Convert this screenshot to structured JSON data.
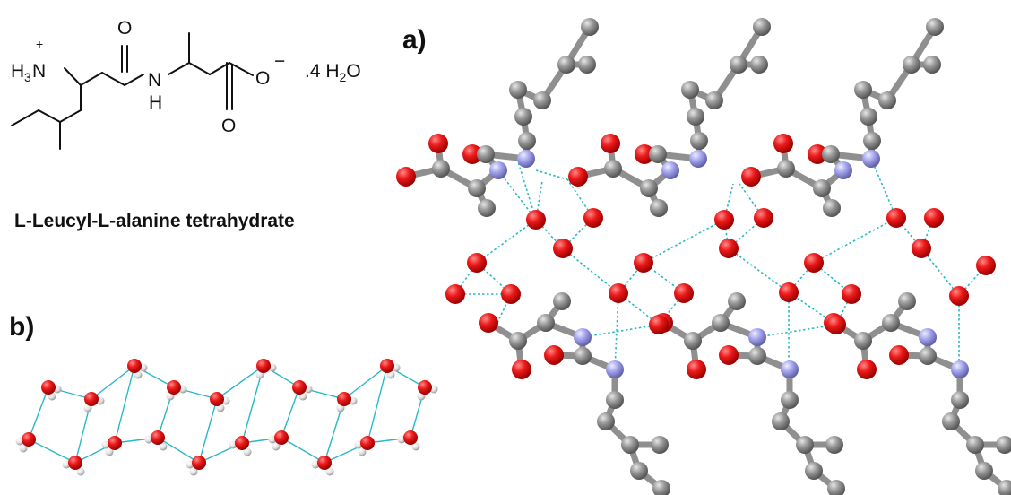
{
  "panel_a_label": "a)",
  "panel_b_label": "b)",
  "caption": "L-Leucyl-L-alanine tetrahydrate",
  "formula": {
    "h3": "H",
    "h3_sub": "3",
    "n_amine": "N",
    "plus": "+",
    "o_top": "O",
    "n_amide": "N",
    "h_amide": "H",
    "o_minus": "O",
    "minus": "−",
    "o_bottom": "O",
    "hydrate_prefix": ".4 H",
    "hydrate_sub": "2",
    "hydrate_o": "O"
  },
  "colors": {
    "oxygen": "#e3001b",
    "nitrogen": "#9a9ae6",
    "carbon": "#8f8f8f",
    "hydrogen": "#e6e6e6",
    "hbond": "#2ab8c8",
    "bond_gray": "#8f8f8f"
  }
}
